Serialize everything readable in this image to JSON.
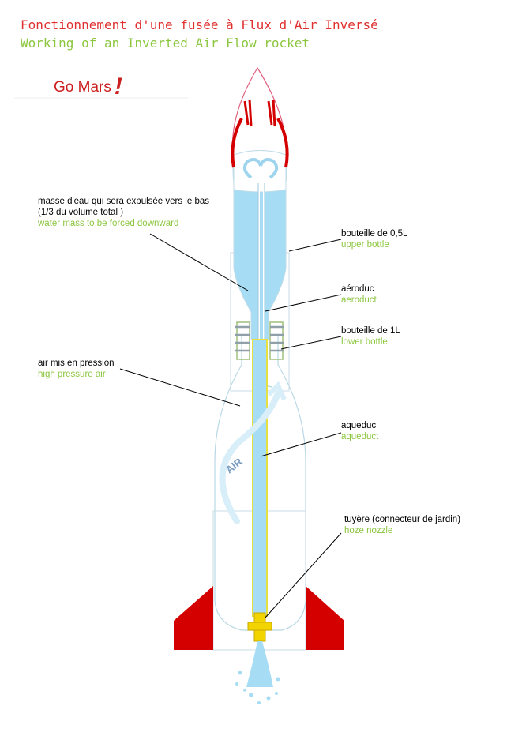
{
  "title": {
    "fr": "Fonctionnement d'une fusée à Flux d'Air Inversé",
    "en": "Working of an Inverted Air Flow rocket"
  },
  "logo": {
    "text": "Go Mars",
    "exclaim": "!"
  },
  "labels": {
    "water": {
      "fr1": "masse d'eau qui sera expulsée vers le bas",
      "fr2": "(1/3 du volume total )",
      "en": "water mass to be forced downward"
    },
    "upper_bottle": {
      "fr": "bouteille de 0,5L",
      "en": "upper bottle"
    },
    "aeroduct": {
      "fr": "aéroduc",
      "en": "aeroduct"
    },
    "lower_bottle": {
      "fr": "bouteille de 1L",
      "en": "lower bottle"
    },
    "air": {
      "fr": "air mis en pression",
      "en": "high pressure air"
    },
    "aqueduct": {
      "fr": "aqueduc",
      "en": "aqueduct"
    },
    "nozzle": {
      "fr": "tuyère  (connecteur de jardin)",
      "en": "hoze nozzle"
    }
  },
  "air_arrow_text": "AIR",
  "colors": {
    "french_title": "#e03030",
    "english_text": "#8cc63f",
    "label_text": "#000000",
    "water": "#a6dcf4",
    "fins": "#d40000",
    "nozzle": "#f2d500",
    "air_arrow": "#d8eef8"
  }
}
